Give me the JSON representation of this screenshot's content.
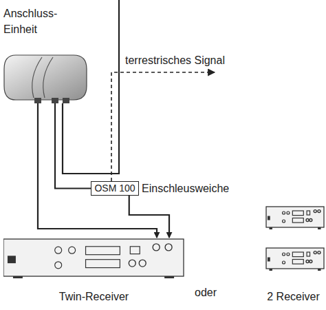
{
  "diagram": {
    "nodes": [
      {
        "text": [
          "Anschluss- Einheit"
        ]
      },
      {
        "text": [
          "OSM 100"
        ]
      },
      {
        "text": [
          "Twin-Receiver"
        ]
      },
      {
        "text": [
          "2 Receiver"
        ]
      }
    ],
    "edges": [
      {
        "from": 0,
        "to": 2,
        "arrow": "to"
      },
      {
        "from": 0,
        "to": 1,
        "arrow": "none"
      },
      {
        "from": 1,
        "to": 2,
        "arrow": "to"
      }
    ],
    "labels": [
      "terrestrisches Signal",
      "Einschleusweiche",
      "oder"
    ]
  }
}
